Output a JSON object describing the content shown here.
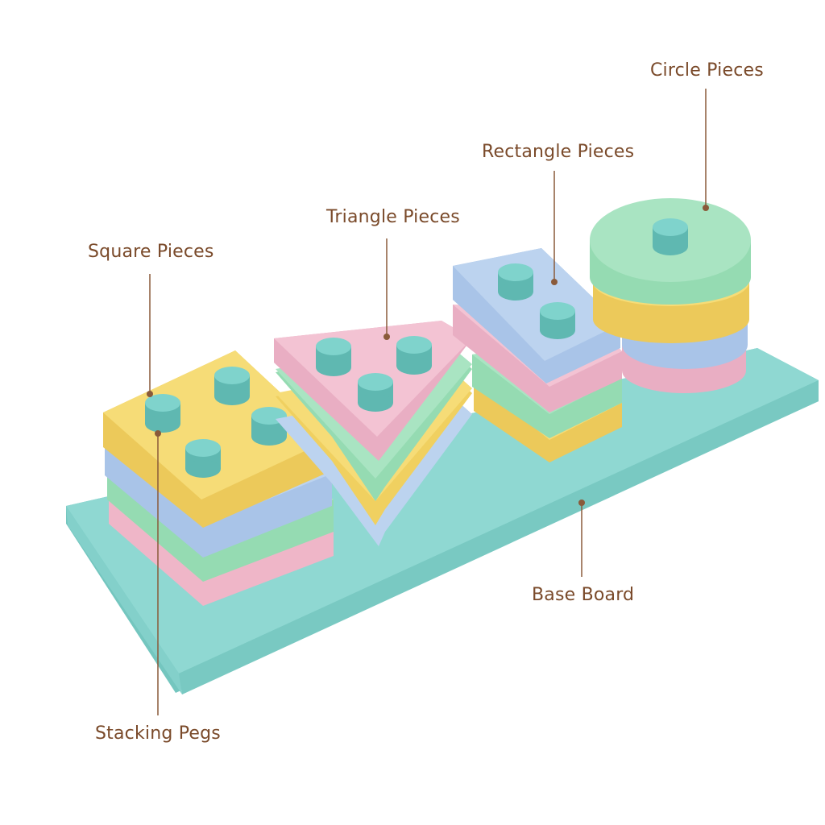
{
  "callouts": {
    "square_pieces": "Square Pieces",
    "triangle_pieces": "Triangle Pieces",
    "rectangle_pieces": "Rectangle Pieces",
    "circle_pieces": "Circle Pieces",
    "base_board": "Base Board",
    "stacking_pegs": "Stacking Pegs"
  },
  "colors": {
    "callout_text": "#7a4a2a",
    "leader_line": "#8a5a3a",
    "board": "#8fd8d2",
    "peg": "#69c5be",
    "yellow": "#f6dc77",
    "blue": "#bcd3ef",
    "green": "#a9e4c2",
    "pink": "#f3c3d3"
  }
}
